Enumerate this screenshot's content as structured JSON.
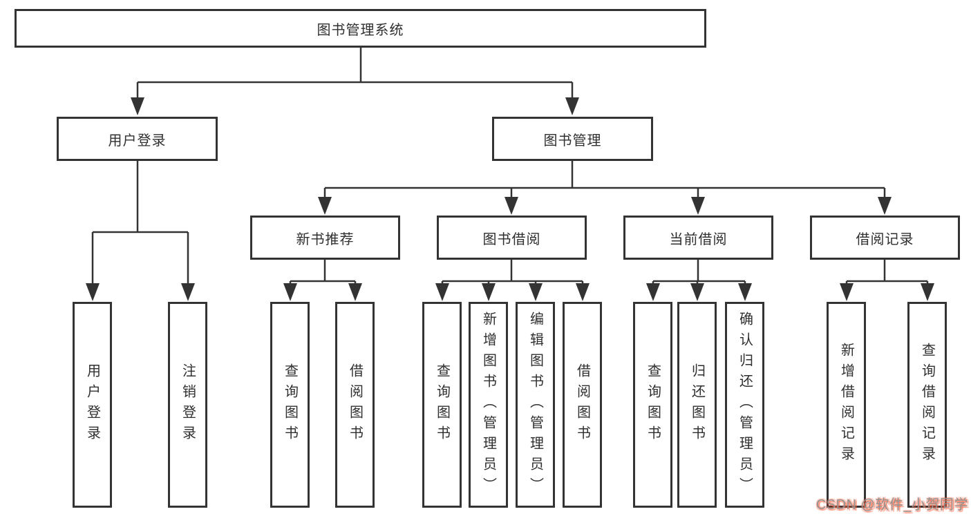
{
  "root": {
    "label": "图书管理系统"
  },
  "branches": [
    {
      "label": "用户登录",
      "parent": "图书管理系统"
    },
    {
      "label": "图书管理",
      "parent": "图书管理系统"
    }
  ],
  "modules": [
    {
      "label": "新书推荐",
      "parent": "图书管理"
    },
    {
      "label": "图书借阅",
      "parent": "图书管理"
    },
    {
      "label": "当前借阅",
      "parent": "图书管理"
    },
    {
      "label": "借阅记录",
      "parent": "图书管理"
    }
  ],
  "functions": [
    {
      "label": "用户登录",
      "parent": "用户登录"
    },
    {
      "label": "注销登录",
      "parent": "用户登录"
    },
    {
      "label": "查询图书",
      "parent": "新书推荐"
    },
    {
      "label": "借阅图书",
      "parent": "新书推荐"
    },
    {
      "label": "查询图书",
      "parent": "图书借阅"
    },
    {
      "label": "新增图书（管理员）",
      "parent": "图书借阅"
    },
    {
      "label": "编辑图书（管理员）",
      "parent": "图书借阅"
    },
    {
      "label": "借阅图书",
      "parent": "图书借阅"
    },
    {
      "label": "查询图书",
      "parent": "当前借阅"
    },
    {
      "label": "归还图书",
      "parent": "当前借阅"
    },
    {
      "label": "确认归还（管理员）",
      "parent": "当前借阅"
    },
    {
      "label": "新增借阅记录",
      "parent": "借阅记录"
    },
    {
      "label": "查询借阅记录",
      "parent": "借阅记录"
    }
  ],
  "watermark": {
    "text": "CSDN @软件_小贺同学"
  },
  "colors": {
    "line": "#333333",
    "box_border": "#333333",
    "box_fill": "#ffffff",
    "text": "#2f2f2f",
    "watermark_text": "#949494",
    "watermark_glow": "#fc5531"
  }
}
